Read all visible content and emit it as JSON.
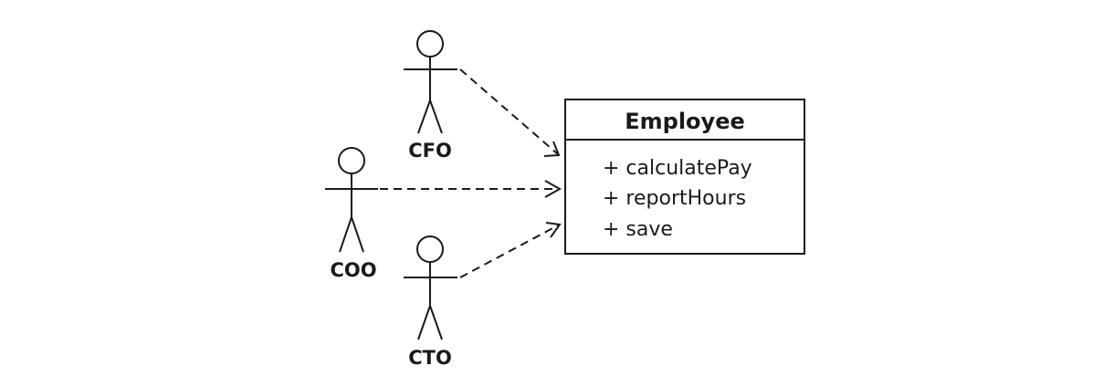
{
  "diagram": {
    "actors": [
      {
        "id": "cfo",
        "label": "CFO"
      },
      {
        "id": "coo",
        "label": "COO"
      },
      {
        "id": "cto",
        "label": "CTO"
      }
    ],
    "class": {
      "name": "Employee",
      "methods": [
        "+ calculatePay",
        "+ reportHours",
        "+ save"
      ]
    },
    "relation": "dependency (dashed open arrow) from each actor to Employee"
  }
}
